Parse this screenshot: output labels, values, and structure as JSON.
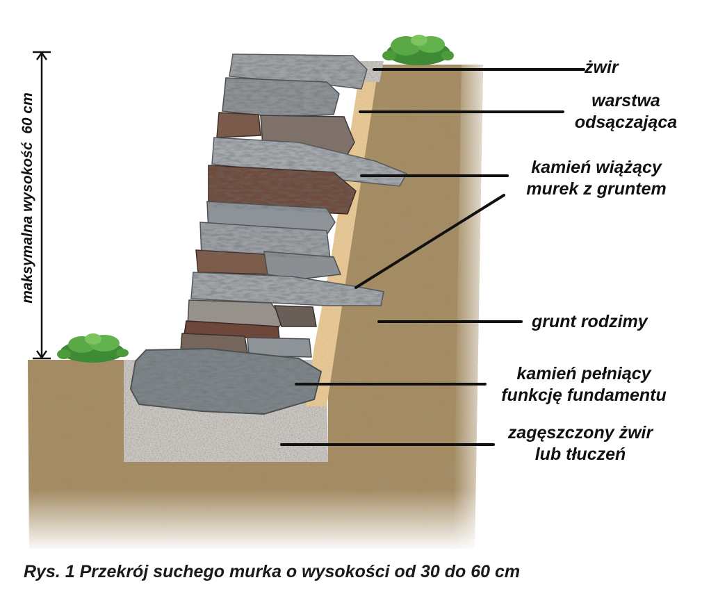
{
  "diagram": {
    "labels": {
      "gravel_top": "żwir",
      "drainage_layer": [
        "warstwa",
        "odsączająca"
      ],
      "tie_stone": [
        "kamień wiążący",
        "murek z gruntem"
      ],
      "native_soil": "grunt rodzimy",
      "foundation_stone": [
        "kamień pełniący",
        "funkcję fundamentu"
      ],
      "compacted_gravel": [
        "zagęszczony żwir",
        "lub tłuczeń"
      ]
    },
    "height_dimension": "maksymalna wysokość  60 cm",
    "caption": "Rys. 1 Przekrój suchego murka o wysokości od 30 do 60 cm",
    "colors": {
      "soil": "#a38a60",
      "soil_dark": "#7a6240",
      "drainage_sand": "#e8c896",
      "gravel": "#c9c6c0",
      "stone_gray": "#8e9397",
      "stone_brown": "#6e4a3a",
      "plant_green": "#4c9a3a",
      "leader_line": "#111111"
    }
  }
}
